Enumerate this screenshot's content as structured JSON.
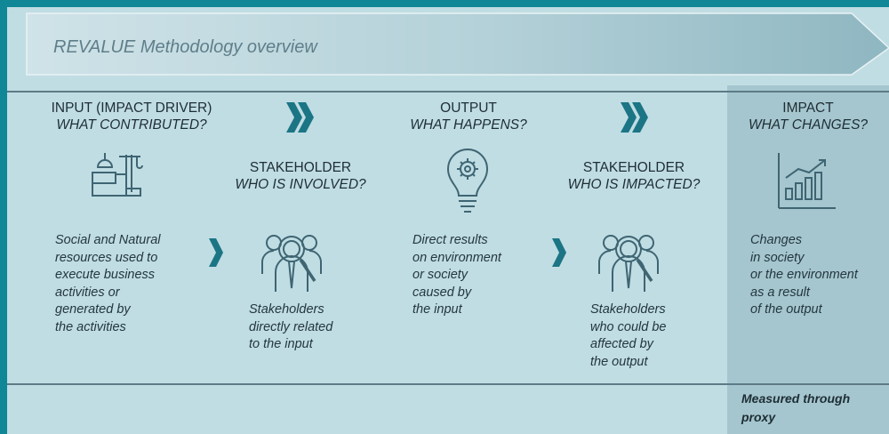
{
  "banner": {
    "title": "REVALUE Methodology overview"
  },
  "columns": {
    "input": {
      "heading": "INPUT (IMPACT DRIVER)",
      "question": "WHAT CONTRIBUTED?",
      "description": [
        "Social and Natural",
        "resources used to",
        "execute business",
        "activities or",
        "generated by",
        "the activities"
      ],
      "icon": "workstation-icon"
    },
    "stakeholder_involved": {
      "heading": "STAKEHOLDER",
      "question": "WHO IS INVOLVED?",
      "description": [
        "Stakeholders",
        "directly related",
        "to the input"
      ],
      "icon": "stakeholder-search-icon"
    },
    "output": {
      "heading": "OUTPUT",
      "question": "WHAT HAPPENS?",
      "description": [
        "Direct results",
        "on environment",
        "or society",
        "caused by",
        "the input"
      ],
      "icon": "lightbulb-gear-icon"
    },
    "stakeholder_impacted": {
      "heading": "STAKEHOLDER",
      "question": "WHO IS IMPACTED?",
      "description": [
        "Stakeholders",
        "who could be",
        "affected by",
        "the output"
      ],
      "icon": "stakeholder-search-icon"
    },
    "impact": {
      "heading": "IMPACT",
      "question": "WHAT CHANGES?",
      "description": [
        "Changes",
        "in society",
        "or the environment",
        "as a result",
        "of the output"
      ],
      "icon": "growth-chart-icon"
    }
  },
  "footer": {
    "proxy_note": [
      "Measured through",
      "proxy"
    ]
  },
  "colors": {
    "frame": "#0f8796",
    "panel": "#c0dde3",
    "impact_column": "#a5c6ce",
    "chevron": "#1b7585",
    "icon_stroke": "#3f6573"
  }
}
